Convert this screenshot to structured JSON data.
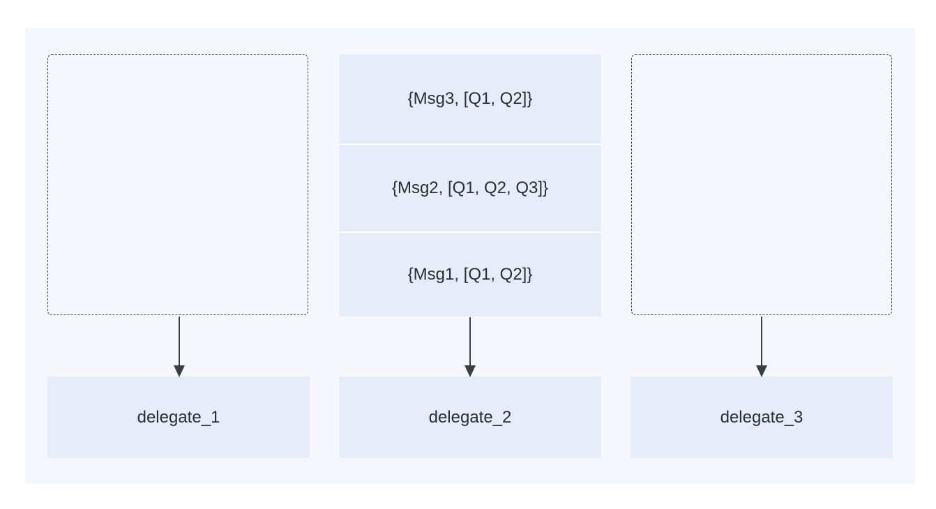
{
  "queues": {
    "queue_2": {
      "messages": [
        {
          "text": "{Msg3, [Q1, Q2]}"
        },
        {
          "text": "{Msg2, [Q1, Q2, Q3]}"
        },
        {
          "text": "{Msg1, [Q1, Q2]}"
        }
      ]
    }
  },
  "delegates": [
    {
      "label": "delegate_1"
    },
    {
      "label": "delegate_2"
    },
    {
      "label": "delegate_3"
    }
  ],
  "colors": {
    "background": "#f5f7fc",
    "box_fill": "#e6ecf8",
    "stroke": "#3a3d45",
    "text": "#2b2d33"
  }
}
